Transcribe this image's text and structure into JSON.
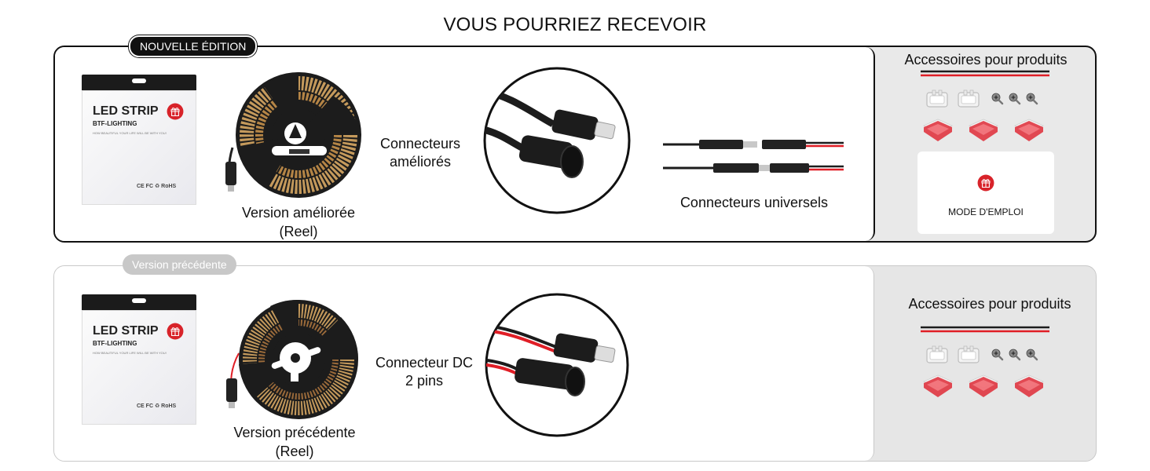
{
  "page": {
    "title": "VOUS POURRIEZ RECEVOIR"
  },
  "new_edition": {
    "badge": "NOUVELLE ÉDITION",
    "package": {
      "title": "LED STRIP",
      "brand": "BTF-LIGHTING",
      "tagline": "HOW BEAUTIFUL YOUR LIFE WILL BE WITH YOU!",
      "certifications": "CE FC ♻ RoHS"
    },
    "reel_label_line1": "Version améliorée",
    "reel_label_line2": "(Reel)",
    "connector_label_line1": "Connecteurs",
    "connector_label_line2": "améliorés",
    "universal_label": "Connecteurs universels",
    "accessories_title": "Accessoires pour produits",
    "manual_label": "MODE D'EMPLOI"
  },
  "previous_version": {
    "badge": "Version précédente",
    "package": {
      "title": "LED STRIP",
      "brand": "BTF-LIGHTING",
      "tagline": "HOW BEAUTIFUL YOUR LIFE WILL BE WITH YOU!",
      "certifications": "CE FC ♻ RoHS"
    },
    "reel_label_line1": "Version précédente",
    "reel_label_line2": "(Reel)",
    "connector_label_line1": "Connecteur DC",
    "connector_label_line2": "2 pins",
    "accessories_title": "Accessoires pour produits"
  },
  "colors": {
    "brand_red": "#d8232a",
    "cable_black": "#1c1c1c",
    "cable_red": "#e01e26",
    "panel_grey": "#e9e9e9"
  },
  "icons": [
    "gift-logo-icon",
    "led-reel-image",
    "dc-connector-image",
    "clip-connector-image",
    "screw-icon",
    "adhesive-pad-image"
  ]
}
